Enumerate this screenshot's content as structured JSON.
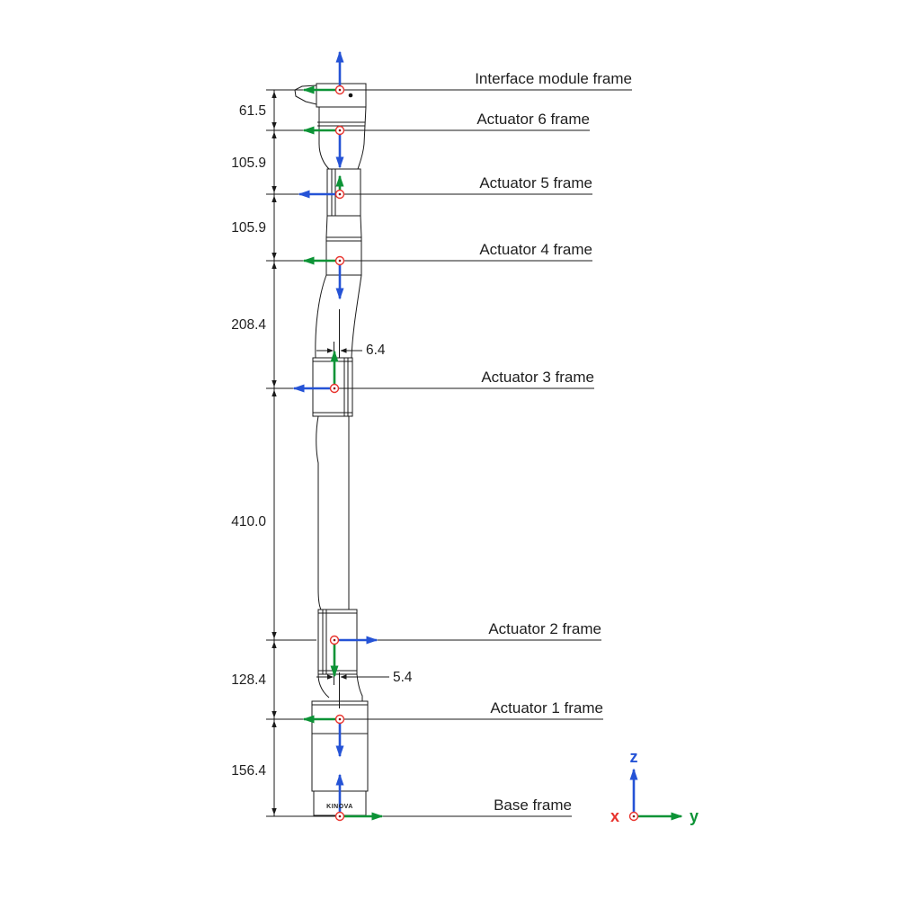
{
  "frames": {
    "interface": "Interface module frame",
    "act6": "Actuator 6 frame",
    "act5": "Actuator 5 frame",
    "act4": "Actuator 4 frame",
    "act3": "Actuator 3 frame",
    "act2": "Actuator 2 frame",
    "act1": "Actuator 1 frame",
    "base": "Base frame"
  },
  "dims": {
    "d1": "61.5",
    "d2": "105.9",
    "d3": "105.9",
    "d4": "208.4",
    "d5": "410.0",
    "d6": "128.4",
    "d7": "156.4",
    "offset_top": "6.4",
    "offset_bottom": "5.4"
  },
  "triad": {
    "x": "x",
    "y": "y",
    "z": "z"
  },
  "brand": "KINOVA",
  "colors": {
    "line": "#1a1a1a",
    "x_axis": "#e8332d",
    "y_axis": "#0c9336",
    "z_axis": "#2553d6"
  }
}
